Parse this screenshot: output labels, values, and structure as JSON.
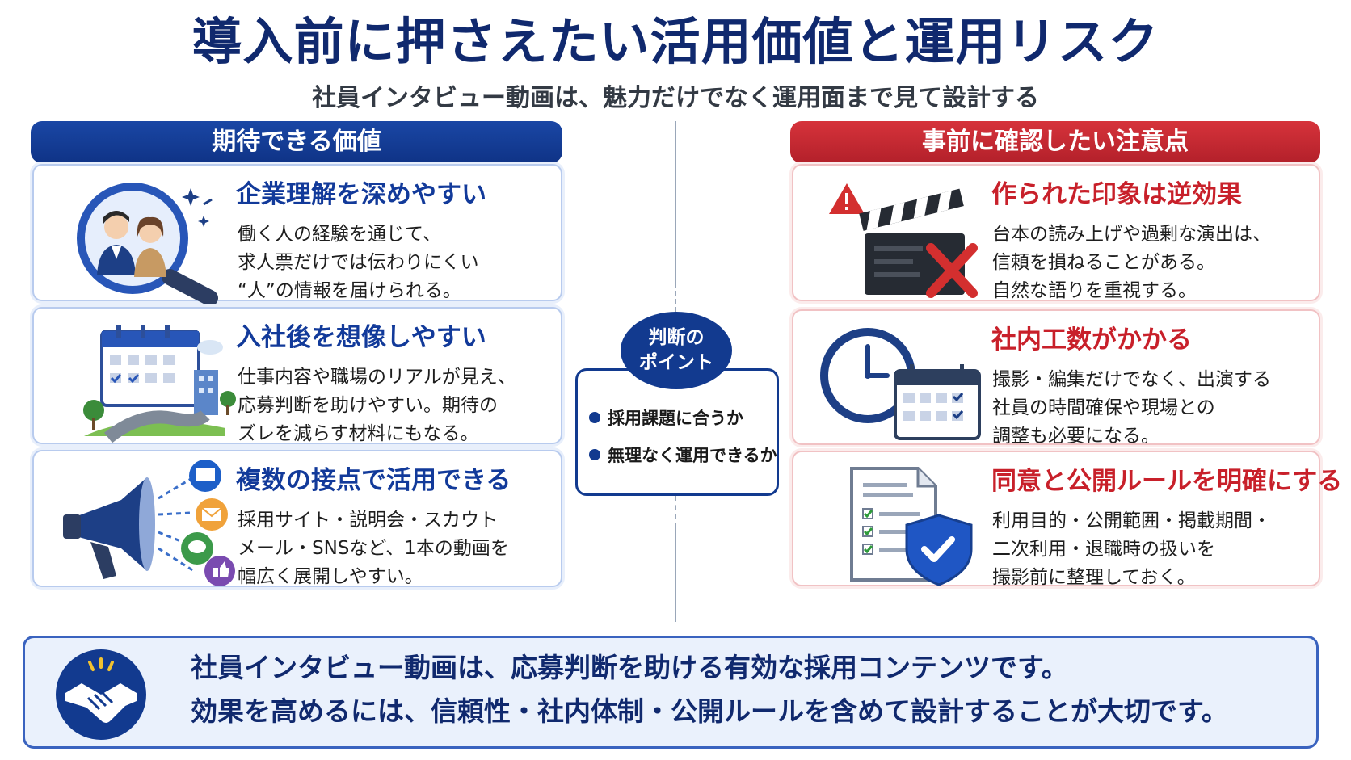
{
  "title": "導入前に押さえたい活用価値と運用リスク",
  "subtitle": "社員インタビュー動画は、魅力だけでなく運用面まで見て設計する",
  "left_column": {
    "header": "期待できる価値",
    "cards": [
      {
        "title": "企業理解を深めやすい",
        "lines": [
          "働く人の経験を通じて、",
          "求人票だけでは伝わりにくい",
          "“人”の情報を届けられる。"
        ],
        "icon": "magnifier-employees-icon"
      },
      {
        "title": "入社後を想像しやすい",
        "lines": [
          "仕事内容や職場のリアルが見え、",
          "応募判断を助けやすい。期待の",
          "ズレを減らす材料にもなる。"
        ],
        "icon": "calendar-road-icon"
      },
      {
        "title": "複数の接点で活用できる",
        "lines": [
          "採用サイト・説明会・スカウト",
          "メール・SNSなど、1本の動画を",
          "幅広く展開しやすい。"
        ],
        "icon": "megaphone-channels-icon"
      }
    ]
  },
  "right_column": {
    "header": "事前に確認したい注意点",
    "cards": [
      {
        "title": "作られた印象は逆効果",
        "lines": [
          "台本の読み上げや過剰な演出は、",
          "信頼を損ねることがある。",
          "自然な語りを重視する。"
        ],
        "icon": "clapperboard-warning-icon"
      },
      {
        "title": "社内工数がかかる",
        "lines": [
          "撮影・編集だけでなく、出演する",
          "社員の時間確保や現場との",
          "調整も必要になる。"
        ],
        "icon": "clock-calendar-icon"
      },
      {
        "title": "同意と公開ルールを明確にする",
        "lines": [
          "利用目的・公開範囲・掲載期間・",
          "二次利用・退職時の扱いを",
          "撮影前に整理しておく。"
        ],
        "icon": "document-shield-icon"
      }
    ]
  },
  "judgment": {
    "label_line1": "判断の",
    "label_line2": "ポイント",
    "points": [
      "採用課題に合うか",
      "無理なく運用できるか"
    ]
  },
  "summary": {
    "line1": "社員インタビュー動画は、応募判断を助ける有効な採用コンテンツです。",
    "line2": "効果を高めるには、信頼性・社内体制・公開ルールを含めて設計することが大切です。",
    "icon": "handshake-icon"
  },
  "colors": {
    "navy": "#10296e",
    "blue": "#1a47a5",
    "red": "#c8202a"
  }
}
